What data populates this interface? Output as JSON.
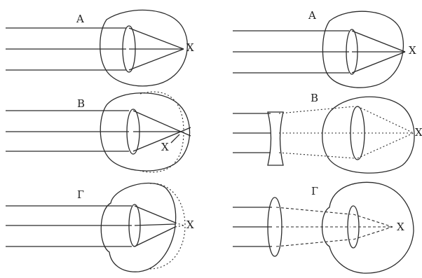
{
  "panels": {
    "left_top": {
      "letter": "A",
      "focus": "X"
    },
    "left_mid": {
      "letter": "B",
      "focus": "X"
    },
    "left_bottom": {
      "letter": "Г",
      "focus": "X"
    },
    "right_top": {
      "letter": "A",
      "focus": "X"
    },
    "right_mid": {
      "letter": "B",
      "focus": "X"
    },
    "right_bottom": {
      "letter": "Г",
      "focus": "X"
    }
  }
}
